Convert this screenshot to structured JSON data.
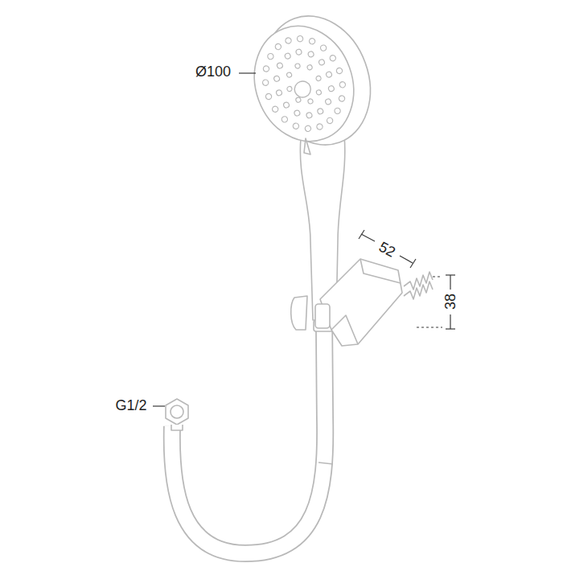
{
  "diagram": {
    "labels": [
      "Ø100",
      "52",
      "38",
      "G1/2"
    ]
  }
}
